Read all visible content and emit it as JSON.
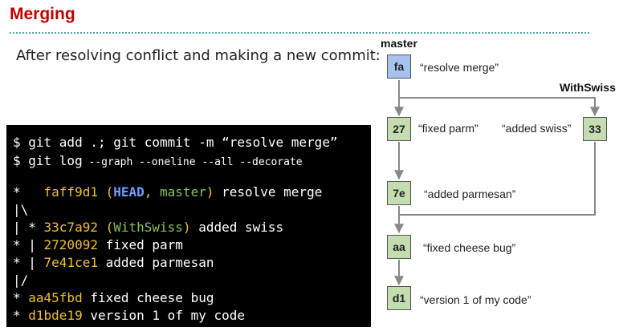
{
  "slide": {
    "title": "Merging",
    "subtitle": "After resolving conflict and making a new commit:"
  },
  "terminal": {
    "commands": [
      "$ git add .; git commit -m “resolve merge”",
      "$ git log"
    ],
    "log_flags": " --graph --oneline --all --decorate",
    "lines": [
      {
        "graph": "*   ",
        "hash": "faff9d1",
        "refs_open": " (",
        "head": "HEAD",
        "sep": ", ",
        "branch": "master",
        "refs_close": ")",
        "msg": " resolve merge"
      },
      {
        "graph": "|\\"
      },
      {
        "graph": "| * ",
        "hash": "33c7a92",
        "refs_open": " (",
        "branch": "WithSwiss",
        "refs_close": ")",
        "msg": " added swiss"
      },
      {
        "graph": "* | ",
        "hash": "2720092",
        "msg": " fixed parm"
      },
      {
        "graph": "* | ",
        "hash": "7e41ce1",
        "msg": " added parmesan"
      },
      {
        "graph": "|/"
      },
      {
        "graph": "* ",
        "hash": "aa45fbd",
        "msg": " fixed cheese bug"
      },
      {
        "graph": "* ",
        "hash": "d1bde19",
        "msg": " version 1 of my code"
      }
    ]
  },
  "graph": {
    "branches": {
      "master": "master",
      "withswiss": "WithSwiss"
    },
    "nodes": {
      "fa": {
        "id": "fa",
        "label": "“resolve merge”"
      },
      "n27": {
        "id": "27",
        "label": "“fixed parm”"
      },
      "n33": {
        "id": "33",
        "label": "“added swiss”"
      },
      "n7e": {
        "id": "7e",
        "label": "“added parmesan”"
      },
      "aa": {
        "id": "aa",
        "label": "“fixed cheese bug”"
      },
      "d1": {
        "id": "d1",
        "label": "“version 1 of my code”"
      }
    },
    "colors": {
      "commit": "#c4ddb0",
      "head_commit": "#a8c2f0",
      "edge": "#888888"
    }
  }
}
